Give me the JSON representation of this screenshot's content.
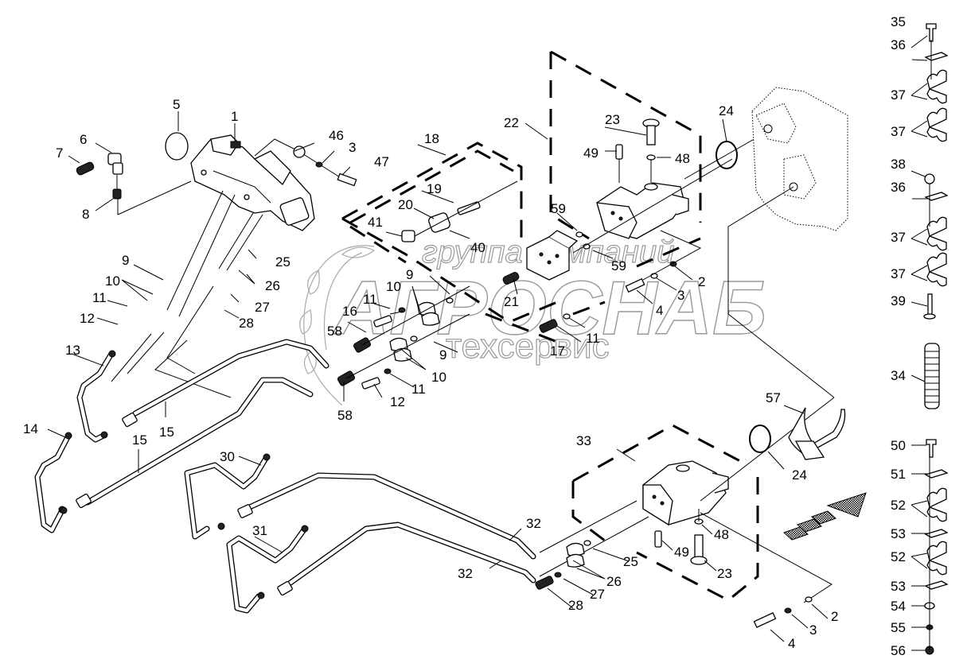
{
  "diagram": {
    "type": "exploded-parts-diagram",
    "subject": "hydraulic pumps, lines and hose clamps",
    "watermark": {
      "line1": "группа компаний",
      "line2": "АГРОСНАБ",
      "line3": "техсервис"
    },
    "callouts": {
      "c1": "1",
      "c2a": "2",
      "c2b": "2",
      "c3a": "3",
      "c3b": "3",
      "c3c": "3",
      "c4a": "4",
      "c4b": "4",
      "c5": "5",
      "c6": "6",
      "c7": "7",
      "c8": "8",
      "c9a": "9",
      "c9b": "9",
      "c9c": "9",
      "c10a": "10",
      "c10b": "10",
      "c10c": "10",
      "c11a": "11",
      "c11b": "11",
      "c11c": "11",
      "c11d": "11",
      "c12a": "12",
      "c12b": "12",
      "c13": "13",
      "c14": "14",
      "c15a": "15",
      "c15b": "15",
      "c16": "16",
      "c17": "17",
      "c18": "18",
      "c19": "19",
      "c20": "20",
      "c21": "21",
      "c22": "22",
      "c23a": "23",
      "c23b": "23",
      "c24a": "24",
      "c24b": "24",
      "c25a": "25",
      "c25b": "25",
      "c26a": "26",
      "c26b": "26",
      "c27a": "27",
      "c27b": "27",
      "c28a": "28",
      "c28b": "28",
      "c30": "30",
      "c31": "31",
      "c32a": "32",
      "c32b": "32",
      "c33": "33",
      "c34": "34",
      "c35": "35",
      "c36a": "36",
      "c36b": "36",
      "c37a": "37",
      "c37b": "37",
      "c37c": "37",
      "c37d": "37",
      "c38": "38",
      "c39": "39",
      "c40": "40",
      "c41": "41",
      "c46": "46",
      "c47": "47",
      "c48a": "48",
      "c48b": "48",
      "c49a": "49",
      "c49b": "49",
      "c50": "50",
      "c51": "51",
      "c52a": "52",
      "c52b": "52",
      "c53a": "53",
      "c53b": "53",
      "c54": "54",
      "c55": "55",
      "c56": "56",
      "c57": "57",
      "c58a": "58",
      "c58b": "58",
      "c59a": "59",
      "c59b": "59"
    },
    "parts_list": [
      "1",
      "2",
      "3",
      "4",
      "5",
      "6",
      "7",
      "8",
      "9",
      "10",
      "11",
      "12",
      "13",
      "14",
      "15",
      "16",
      "17",
      "18",
      "19",
      "20",
      "21",
      "22",
      "23",
      "24",
      "25",
      "26",
      "27",
      "28",
      "30",
      "31",
      "32",
      "33",
      "34",
      "35",
      "36",
      "37",
      "38",
      "39",
      "40",
      "41",
      "46",
      "47",
      "48",
      "49",
      "50",
      "51",
      "52",
      "53",
      "54",
      "55",
      "56",
      "57",
      "58",
      "59"
    ],
    "direction_indicator": "arrow-pointing-forward"
  }
}
